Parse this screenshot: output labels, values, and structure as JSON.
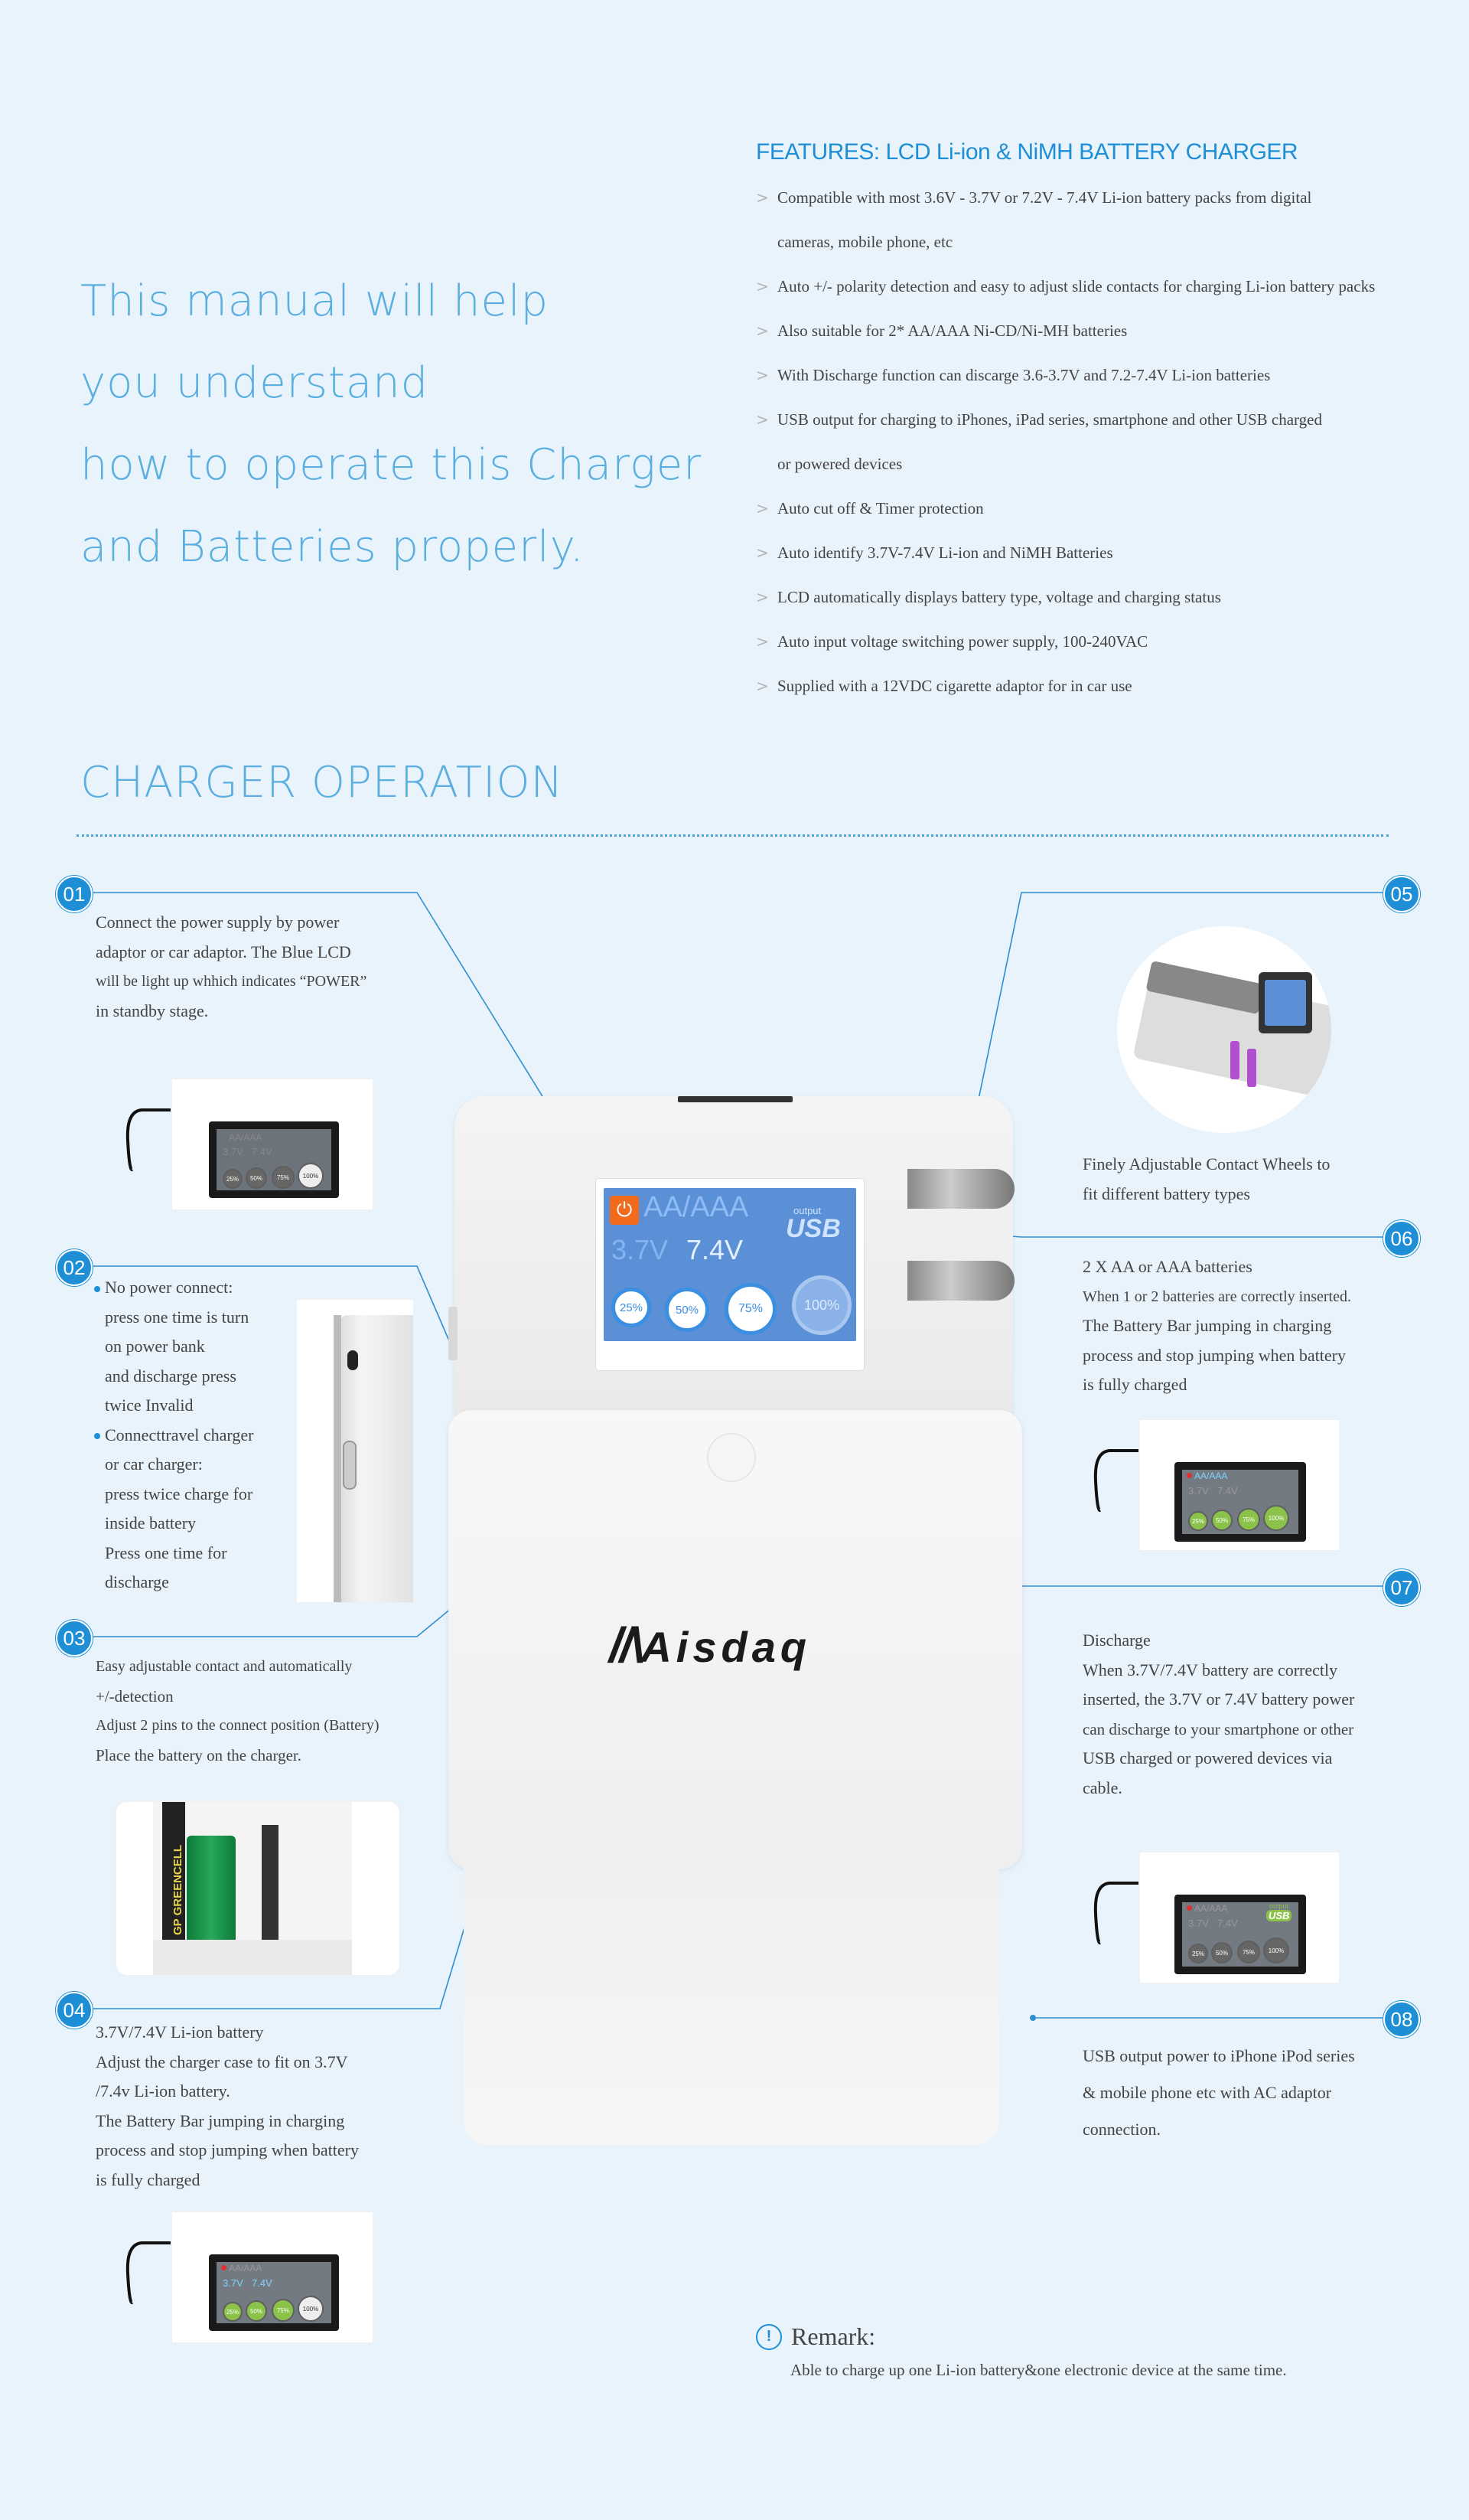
{
  "intro": {
    "lines": [
      "This manual will help",
      "you understand",
      "how to operate this Charger",
      "and Batteries properly."
    ]
  },
  "features": {
    "title": "FEATURES: LCD Li-ion & NiMH BATTERY CHARGER",
    "arrow_glyph": ">",
    "items": [
      "Compatible with most 3.6V - 3.7V or 7.2V - 7.4V Li-ion battery packs from digital",
      "cameras, mobile phone, etc",
      "Auto +/- polarity detection and easy to adjust slide contacts for charging Li-ion battery packs",
      "Also suitable for 2* AA/AAA Ni-CD/Ni-MH batteries",
      "With Discharge function can discarge 3.6-3.7V and 7.2-7.4V Li-ion batteries",
      "USB output for charging to iPhones, iPad series, smartphone and other USB charged",
      "or powered devices",
      "Auto cut off & Timer protection",
      "Auto identify 3.7V-7.4V Li-ion and NiMH Batteries",
      "LCD automatically displays battery type, voltage and charging status",
      "Auto input voltage switching power supply, 100-240VAC",
      "Supplied with a 12VDC cigarette adaptor for in car use"
    ]
  },
  "operation": {
    "title": "CHARGER OPERATION",
    "steps": {
      "s01": {
        "num": "01",
        "lines": [
          "Connect the power supply by power",
          "adaptor or car adaptor. The Blue LCD",
          "will be light up whhich indicates “POWER”",
          "in standby stage."
        ]
      },
      "s02": {
        "num": "02",
        "lines": [
          "No power connect:",
          "press one time is turn",
          "on power bank",
          "and discharge press",
          "twice Invalid",
          "Connecttravel charger",
          "or car charger:",
          "press twice charge for",
          "inside battery",
          "Press one time for",
          "discharge"
        ]
      },
      "s03": {
        "num": "03",
        "lines": [
          "Easy adjustable contact and automatically",
          "+/-detection",
          "Adjust 2 pins to the connect position (Battery)",
          "Place the battery on the charger."
        ]
      },
      "s04": {
        "num": "04",
        "lines": [
          "3.7V/7.4V Li-ion battery",
          "Adjust the charger case to fit on 3.7V",
          "/7.4v Li-ion battery.",
          "The Battery Bar jumping in charging",
          "process and stop jumping when battery",
          "is fully charged"
        ]
      },
      "s05": {
        "num": "05",
        "lines": [
          "Finely Adjustable Contact Wheels to",
          "fit different battery types"
        ]
      },
      "s06": {
        "num": "06",
        "lines": [
          "2 X AA or AAA batteries",
          "When 1 or 2 batteries are correctly inserted.",
          "The Battery Bar jumping in charging",
          "process and stop jumping when battery",
          "is fully charged"
        ]
      },
      "s07": {
        "num": "07",
        "lines": [
          "Discharge",
          "When 3.7V/7.4V battery are correctly",
          "inserted, the 3.7V or 7.4V battery power",
          "can discharge to your smartphone or other",
          "USB charged or powered devices via",
          "cable."
        ]
      },
      "s08": {
        "num": "08",
        "lines": [
          "USB output power to iPhone iPod series",
          "& mobile phone etc with AC adaptor",
          "connection."
        ]
      }
    }
  },
  "device": {
    "brand": "Aisdaq",
    "lcd": {
      "type": "AA/AAA",
      "v1": "3.7V",
      "v2": "7.4V",
      "output": "output",
      "usb": "USB",
      "levels": [
        "25%",
        "50%",
        "75%",
        "100%"
      ]
    }
  },
  "thumb_lcd": {
    "t1": {
      "type": "AA/AAA",
      "v1": "3.7V",
      "v2": "7.4V",
      "levels": [
        "25%",
        "50%",
        "75%",
        "100%"
      ]
    },
    "t6": {
      "type": "AA/AAA",
      "v1": "3.7V",
      "v2": "7.4V",
      "levels": [
        "25%",
        "50%",
        "75%",
        "100%"
      ]
    },
    "t7": {
      "type": "AA/AAA",
      "v1": "3.7V",
      "v2": "7.4V",
      "output": "output",
      "usb": "USB",
      "levels": [
        "25%",
        "50%",
        "75%",
        "100%"
      ]
    },
    "t4": {
      "type": "AA/AAA",
      "v1": "3.7V",
      "v2": "7.4V",
      "levels": [
        "25%",
        "50%",
        "75%",
        "100%"
      ]
    }
  },
  "battery_label": "GP GREENCELL",
  "remark": {
    "title": "Remark:",
    "icon": "!",
    "body": "Able to charge up one Li-ion battery&one electronic device at the same time."
  },
  "colors": {
    "accent": "#1e8fd6",
    "background": "#e8f3fc",
    "lcd_blue": "#5b8fd6",
    "bar_green": "#8bc34a"
  }
}
